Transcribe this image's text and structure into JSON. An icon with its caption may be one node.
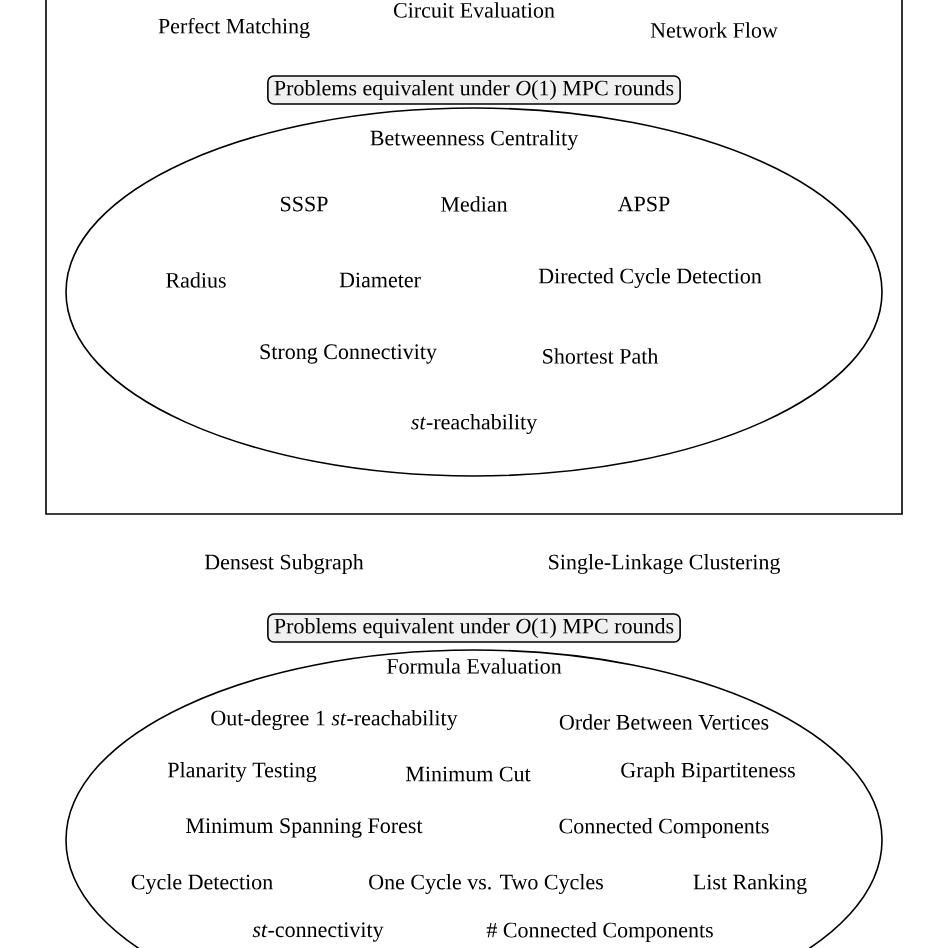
{
  "diagram": {
    "nodes": [
      {
        "text": [
          "Perfect Matching",
          "Circuit Evaluation",
          "Network Flow"
        ]
      },
      {
        "text": [
          "Problems equivalent under *O*(1) MPC rounds"
        ],
        "in": 0
      },
      {
        "text": [
          "Betweenness Centrality",
          "SSSP",
          "Median",
          "APSP",
          "Radius",
          "Diameter",
          "Directed Cycle Detection",
          "Strong Connectivity",
          "Shortest Path",
          "*st*-reachability"
        ],
        "in": 0
      },
      {
        "text": [
          "Problems equivalent under *O*(1) MPC rounds"
        ]
      },
      {
        "text": [
          "Formula Evaluation",
          "Out-degree 1 *st*-reachability",
          "Order Between Vertices",
          "Planarity Testing",
          "Minimum Cut",
          "Graph Bipartiteness",
          "Minimum Spanning Forest",
          "Connected Components",
          "Cycle Detection",
          "One Cycle vs. Two Cycles",
          "List Ranking",
          "*st*-connectivity",
          "# Connected Components"
        ]
      }
    ],
    "labels": [
      "Densest Subgraph",
      "Single-Linkage Clustering"
    ]
  }
}
